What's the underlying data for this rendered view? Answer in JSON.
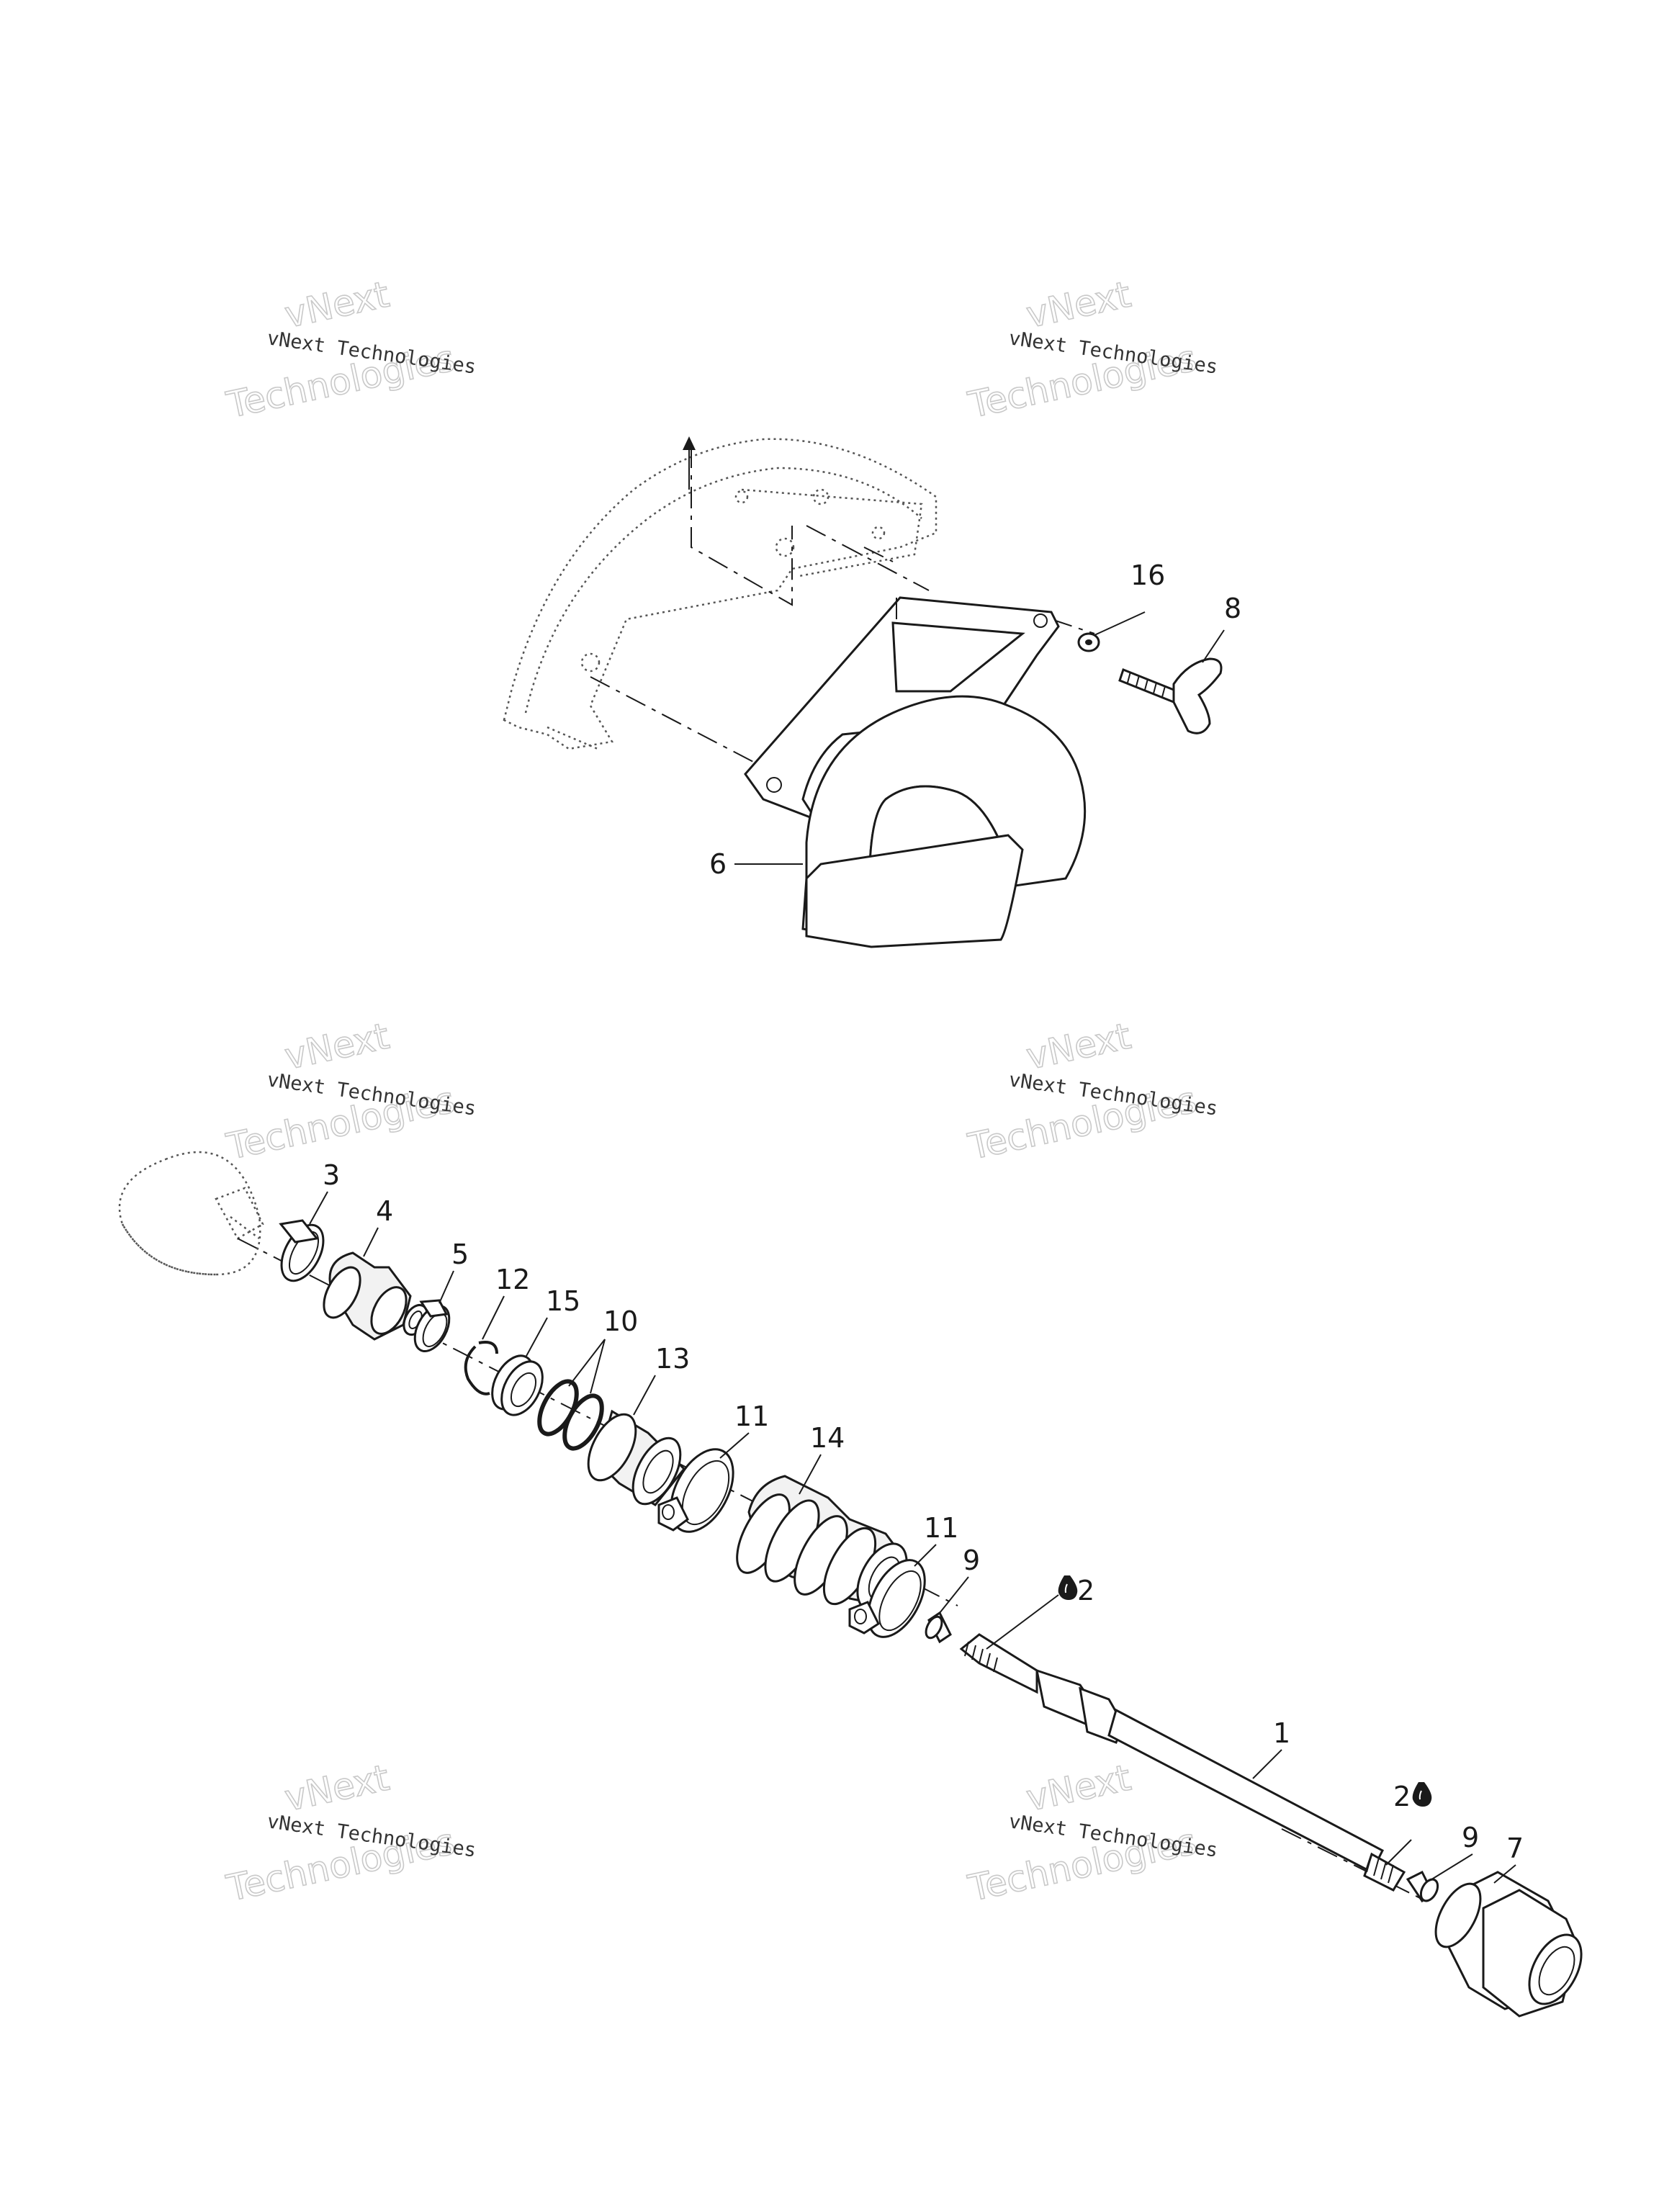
{
  "watermark": {
    "line1": "vNext Technologies",
    "line2": "Technologies",
    "line3": "vNext"
  },
  "callouts": {
    "c1": "1",
    "c2a": "2",
    "c2b": "2",
    "c3": "3",
    "c4": "4",
    "c5": "5",
    "c6": "6",
    "c7": "7",
    "c8": "8",
    "c9a": "9",
    "c9b": "9",
    "c10": "10",
    "c11a": "11",
    "c11b": "11",
    "c12": "12",
    "c13": "13",
    "c14": "14",
    "c15": "15",
    "c16": "16"
  },
  "icons": {
    "grease": "grease-drop-icon"
  }
}
